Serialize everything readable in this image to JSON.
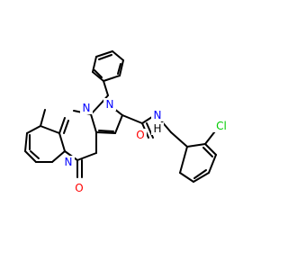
{
  "molecule": {
    "atom_labels": [
      {
        "id": "N1",
        "text": "N"
      },
      {
        "id": "N2",
        "text": "N"
      },
      {
        "id": "N3",
        "text": "N"
      },
      {
        "id": "O1",
        "text": "O"
      },
      {
        "id": "O2",
        "text": "O"
      },
      {
        "id": "NH",
        "text": "N"
      },
      {
        "id": "H1",
        "text": "H"
      },
      {
        "id": "Cl1",
        "text": "Cl"
      }
    ],
    "colors": {
      "bond": "#000000",
      "N": "#0000ff",
      "O": "#ff0000",
      "Cl": "#00cc00",
      "background": "#ffffff"
    }
  }
}
